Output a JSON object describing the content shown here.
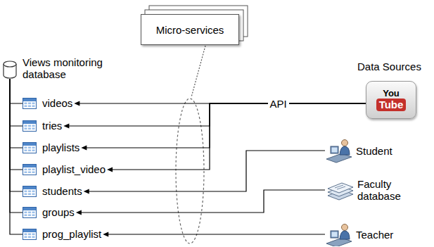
{
  "diagram": {
    "nodes": [
      {
        "text": [
          "Micro-services"
        ]
      },
      {
        "text": [
          "Views monitoring database"
        ]
      },
      {
        "text": [
          "videos"
        ]
      },
      {
        "text": [
          "tries"
        ]
      },
      {
        "text": [
          "playlists"
        ]
      },
      {
        "text": [
          "playlist_video"
        ]
      },
      {
        "text": [
          "students"
        ]
      },
      {
        "text": [
          "groups"
        ]
      },
      {
        "text": [
          "prog_playlist"
        ]
      },
      {
        "text": [
          "You",
          "Tube"
        ]
      },
      {
        "text": [
          "Student"
        ]
      },
      {
        "text": [
          "Faculty database"
        ]
      },
      {
        "text": [
          "Teacher"
        ]
      }
    ],
    "edges": [
      {
        "from": 1,
        "to": 2,
        "arrow": "none"
      },
      {
        "from": 1,
        "to": 3,
        "arrow": "none"
      },
      {
        "from": 1,
        "to": 4,
        "arrow": "none"
      },
      {
        "from": 1,
        "to": 5,
        "arrow": "none"
      },
      {
        "from": 1,
        "to": 6,
        "arrow": "none"
      },
      {
        "from": 1,
        "to": 7,
        "arrow": "none"
      },
      {
        "from": 1,
        "to": 8,
        "arrow": "none"
      },
      {
        "from": 9,
        "to": 2,
        "label": "API",
        "arrow": "to"
      },
      {
        "from": 9,
        "to": 3,
        "arrow": "to"
      },
      {
        "from": 9,
        "to": 4,
        "arrow": "to"
      },
      {
        "from": 9,
        "to": 5,
        "arrow": "to"
      },
      {
        "from": 10,
        "to": 6,
        "arrow": "to"
      },
      {
        "from": 11,
        "to": 7,
        "arrow": "to"
      },
      {
        "from": 12,
        "to": 8,
        "arrow": "to"
      }
    ],
    "labels": [
      "Data Sources"
    ]
  }
}
